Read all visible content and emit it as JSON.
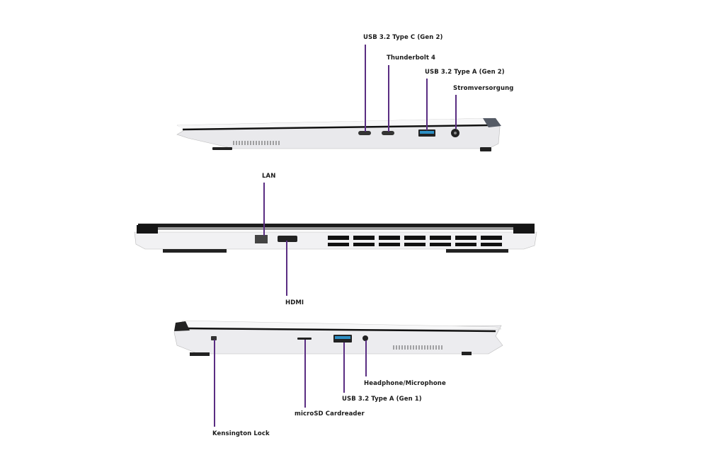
{
  "accent_color": "#5a2d82",
  "views": {
    "right_side": {
      "labels": [
        "USB  3.2 Type C (Gen 2)",
        "Thunderbolt 4",
        "USB  3.2 Type A (Gen 2)",
        "Stromversorgung"
      ]
    },
    "back_side": {
      "labels": [
        "LAN",
        "HDMI"
      ]
    },
    "left_side": {
      "labels": [
        "Headphone/Microphone",
        "USB  3.2 Type A (Gen 1)",
        "microSD Cardreader",
        "Kensington Lock"
      ]
    }
  }
}
